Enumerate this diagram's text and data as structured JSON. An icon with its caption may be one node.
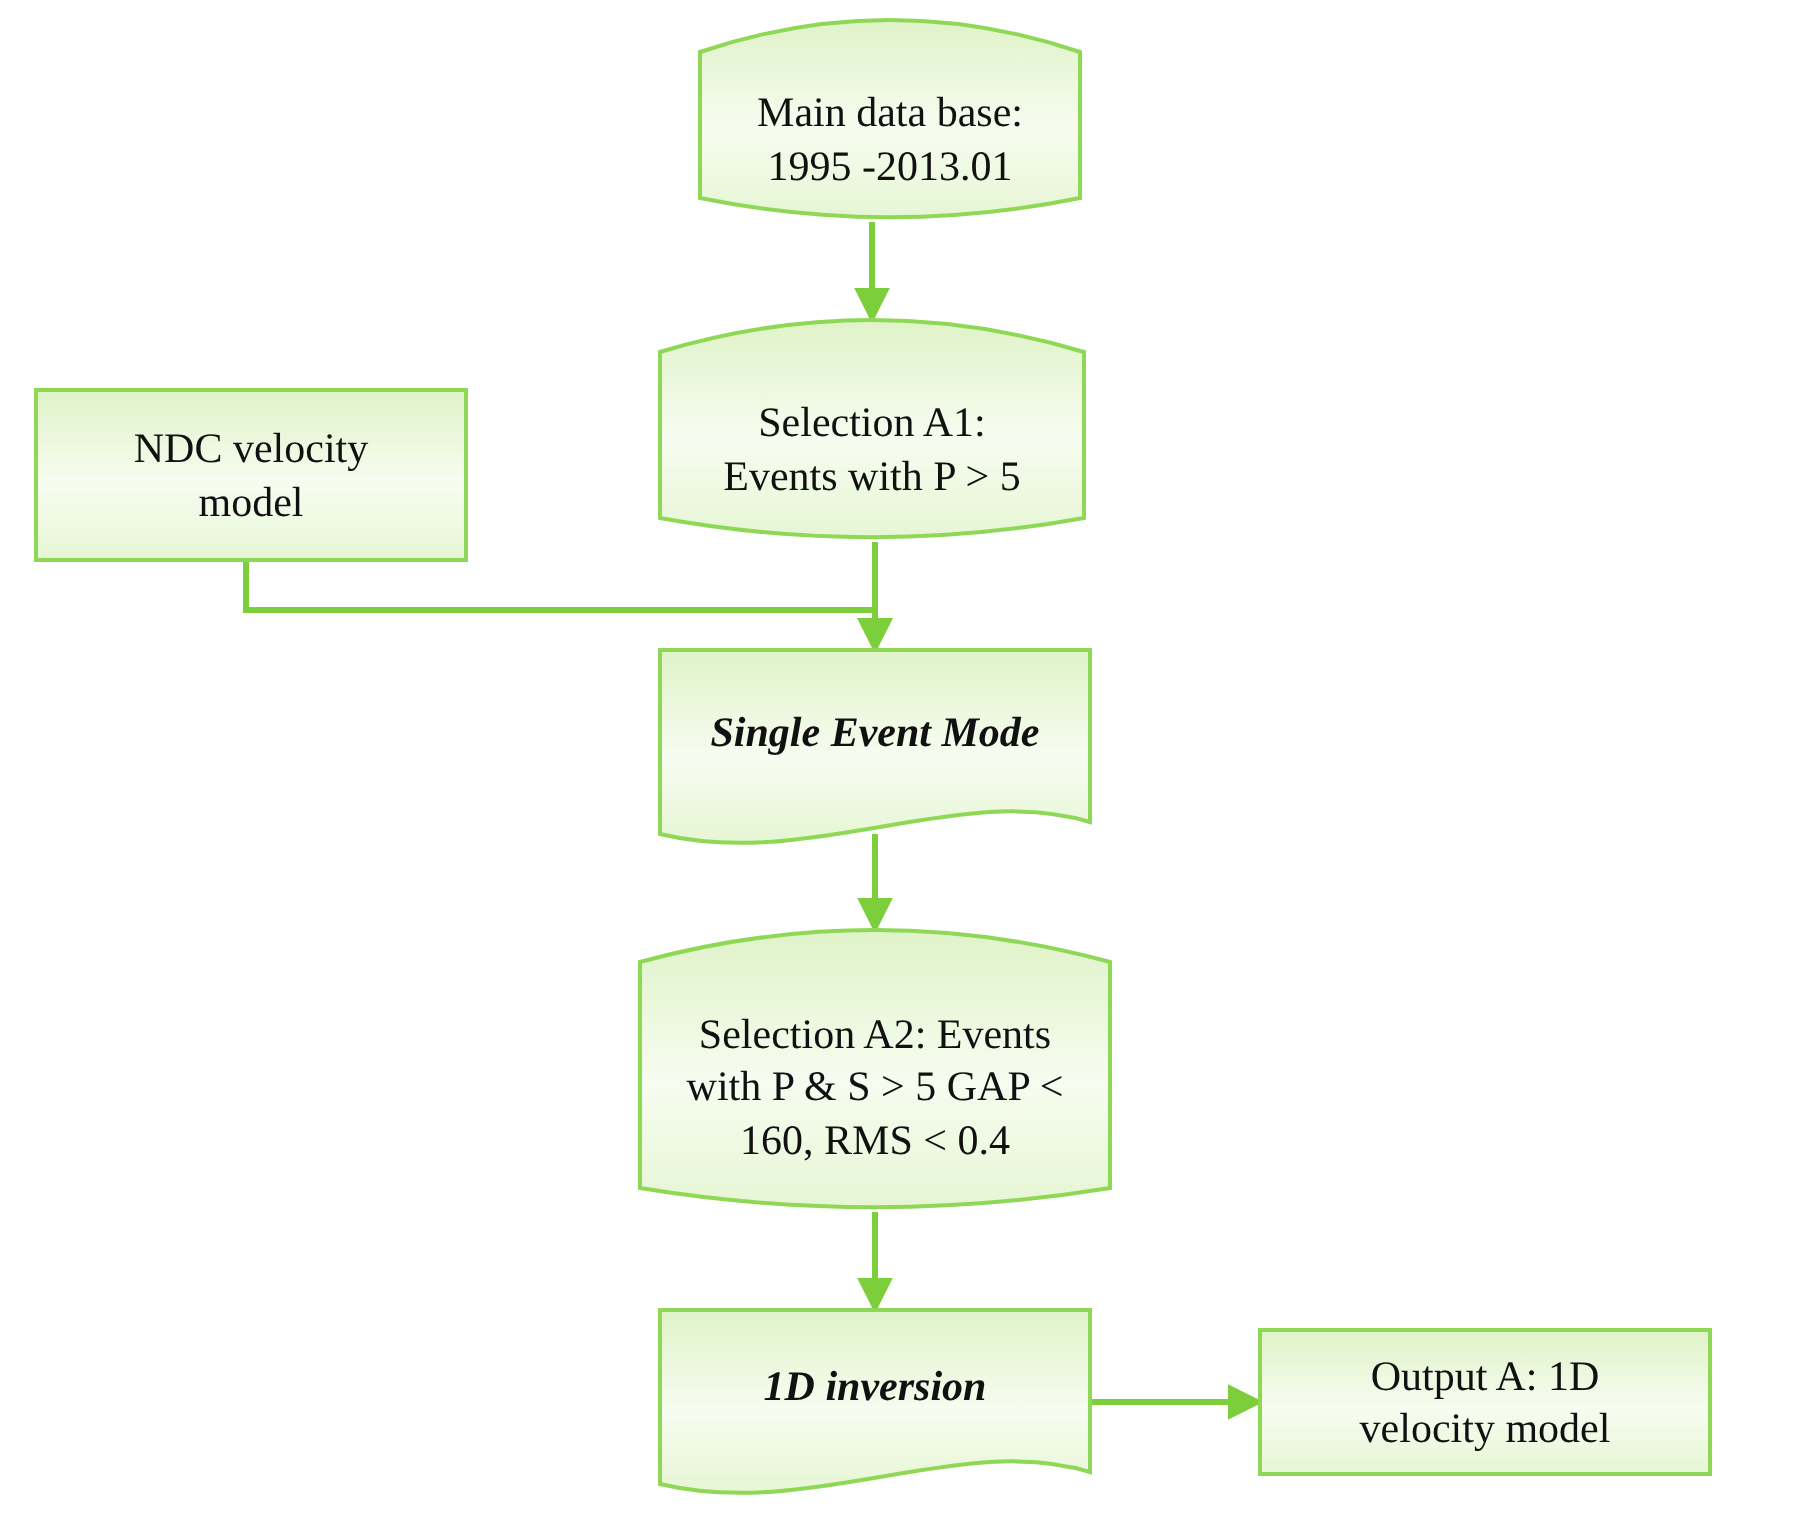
{
  "diagram": {
    "nodes": [
      {
        "text": [
          "Main data base: 1995 -2013.01"
        ]
      },
      {
        "text": [
          "Selection A1: Events with P > 5"
        ]
      },
      {
        "text": [
          "NDC velocity model"
        ]
      },
      {
        "text": [
          "Single Event Mode"
        ]
      },
      {
        "text": [
          "Selection A2: Events with P & S > 5 GAP < 160, RMS < 0.4"
        ]
      },
      {
        "text": [
          "1D inversion"
        ]
      },
      {
        "text": [
          "Output A: 1D velocity model"
        ]
      }
    ],
    "edges": [
      {
        "from": 0,
        "to": 1,
        "arrow": "to"
      },
      {
        "from": 1,
        "to": 3,
        "arrow": "to"
      },
      {
        "from": 2,
        "to": 3,
        "arrow": "to"
      },
      {
        "from": 3,
        "to": 4,
        "arrow": "to"
      },
      {
        "from": 4,
        "to": 5,
        "arrow": "to"
      },
      {
        "from": 5,
        "to": 6,
        "arrow": "to"
      }
    ]
  }
}
